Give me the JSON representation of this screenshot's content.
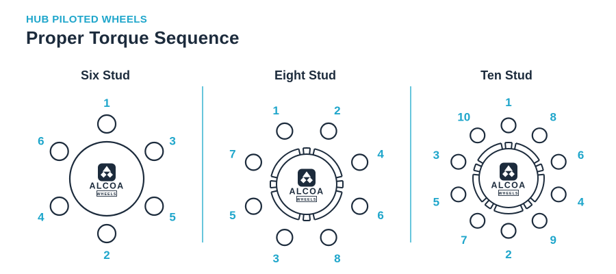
{
  "header": {
    "eyebrow": "HUB PILOTED WHEELS",
    "title": "Proper Torque Sequence"
  },
  "colors": {
    "accent": "#1fa6cb",
    "navy": "#1c2b3c",
    "divider": "#67c6dc",
    "background": "#ffffff"
  },
  "logo": {
    "brand": "ALCOA",
    "sub": "WHEELS"
  },
  "diagrams": [
    {
      "id": "six-stud",
      "title": "Six Stud",
      "stud_count": 6,
      "hub": {
        "style": "plain",
        "outer_radius": 54
      },
      "stud_ring_radius": 80,
      "stud_radius": 13,
      "label_radius": 111,
      "studs": [
        {
          "number": "1",
          "angle_deg": 90
        },
        {
          "number": "2",
          "angle_deg": 270
        },
        {
          "number": "3",
          "angle_deg": 30
        },
        {
          "number": "4",
          "angle_deg": 210
        },
        {
          "number": "5",
          "angle_deg": 330
        },
        {
          "number": "6",
          "angle_deg": 150
        }
      ]
    },
    {
      "id": "eight-stud",
      "title": "Eight Stud",
      "stud_count": 8,
      "hub": {
        "style": "notched",
        "outer_radius": 53,
        "inner_radius": 44,
        "notch_angles_deg": [
          0,
          90,
          180,
          270
        ],
        "cutout_half_deg": 12.5,
        "tab_half_deg": 5.5
      },
      "stud_ring_radius": 84,
      "stud_radius": 11.5,
      "label_radius": 117,
      "studs": [
        {
          "number": "1",
          "angle_deg": 112.5
        },
        {
          "number": "2",
          "angle_deg": 67.5
        },
        {
          "number": "3",
          "angle_deg": 247.5
        },
        {
          "number": "4",
          "angle_deg": 22.5
        },
        {
          "number": "5",
          "angle_deg": 202.5
        },
        {
          "number": "6",
          "angle_deg": 337.5
        },
        {
          "number": "7",
          "angle_deg": 157.5
        },
        {
          "number": "8",
          "angle_deg": 292.5
        }
      ]
    },
    {
      "id": "ten-stud",
      "title": "Ten Stud",
      "stud_count": 10,
      "hub": {
        "style": "notched",
        "outer_radius": 52,
        "inner_radius": 43,
        "notch_angles_deg": [
          18,
          90,
          162,
          234,
          306
        ],
        "cutout_half_deg": 12,
        "tab_half_deg": 5.5
      },
      "stud_ring_radius": 77,
      "stud_radius": 10.5,
      "label_radius": 111,
      "studs": [
        {
          "number": "1",
          "angle_deg": 90
        },
        {
          "number": "2",
          "angle_deg": 270
        },
        {
          "number": "3",
          "angle_deg": 162
        },
        {
          "number": "4",
          "angle_deg": 342
        },
        {
          "number": "5",
          "angle_deg": 198
        },
        {
          "number": "6",
          "angle_deg": 18
        },
        {
          "number": "7",
          "angle_deg": 234
        },
        {
          "number": "8",
          "angle_deg": 54
        },
        {
          "number": "9",
          "angle_deg": 306
        },
        {
          "number": "10",
          "angle_deg": 126
        }
      ]
    }
  ]
}
